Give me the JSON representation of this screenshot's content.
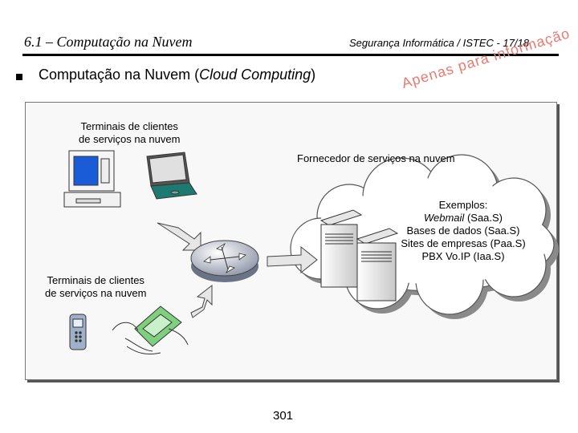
{
  "header": {
    "section": "6.1 – Computação na Nuvem",
    "course": "Segurança Informática / ISTEC - 17/18"
  },
  "slide": {
    "title_prefix": "Computação na Nuvem (",
    "title_italic": "Cloud Computing",
    "title_suffix": ")"
  },
  "watermark": "Apenas para informação",
  "diagram": {
    "clients_top": [
      "Terminais de clientes",
      "de serviços na nuvem"
    ],
    "provider": "Fornecedor de serviços na nuvem",
    "examples_title": "Exemplos:",
    "examples": [
      {
        "italic": "Webmail",
        "text": " (Saa.S)"
      },
      {
        "italic": "",
        "text": "Bases de dados (Saa.S)"
      },
      {
        "italic": "",
        "text": "Sites de empresas (Paa.S)"
      },
      {
        "italic": "",
        "text": "PBX Vo.IP (Iaa.S)"
      }
    ],
    "clients_bottom": [
      "Terminais de clientes",
      "de serviços na nuvem"
    ]
  },
  "footer": {
    "page": "301"
  },
  "colors": {
    "watermark": "#e87a72",
    "screen": "#1a5cd8",
    "pda": "#7ed07e"
  }
}
